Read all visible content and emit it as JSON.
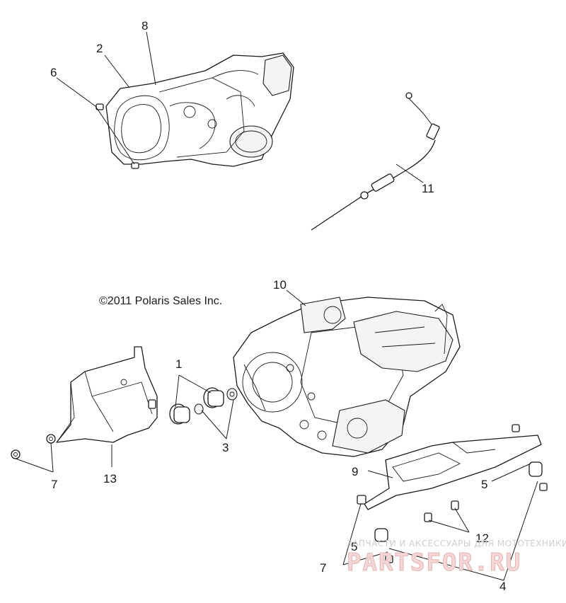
{
  "copyright": "©2011 Polaris Sales Inc.",
  "callouts": [
    "1",
    "2",
    "3",
    "4",
    "5",
    "5",
    "6",
    "7",
    "7",
    "8",
    "9",
    "10",
    "11",
    "12",
    "13"
  ],
  "watermark": {
    "caption": "ЗАПЧАСТИ И АКСЕССУАРЫ ДЛЯ МОТОТЕХНИКИ",
    "logo": "PARTSFOR.RU"
  },
  "colors": {
    "line": "#1a1a1a",
    "background": "#ffffff",
    "watermark_logo": "#e6b3b3"
  }
}
